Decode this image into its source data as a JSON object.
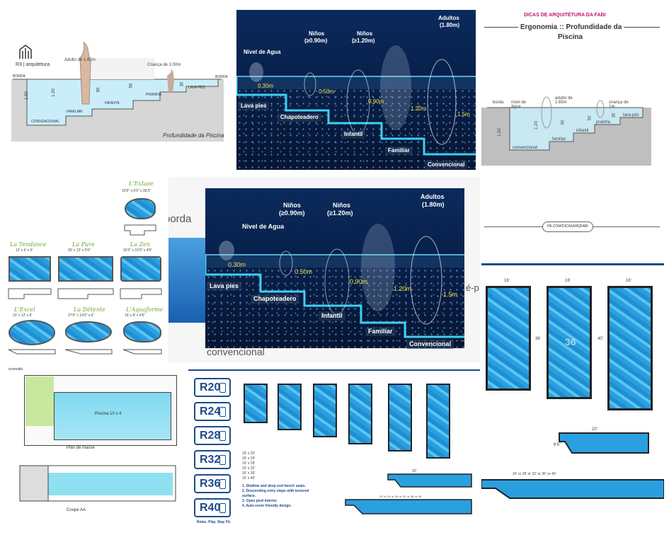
{
  "p1": {
    "brand": "R3 | arquitetura",
    "adult": "Adulto de 1.65m",
    "child": "Criança de 1.00m",
    "borda_l": "BORDA",
    "borda_r": "BORDA",
    "lavapes": "LAVA-PÉS",
    "prainha": "PRAINHA",
    "infantil": "INFANTIL",
    "familiar": "FAMILIAR",
    "convencional": "CONVENCIONAL",
    "d150": "1.50",
    "d120": "1.20",
    "d90": "90",
    "d50": "50",
    "d30": "30",
    "caption": "Profundidade da Piscina"
  },
  "p2": {
    "adultos": "Adultos",
    "adultos_h": "(1.80m)",
    "ninos1": "Niños",
    "ninos1_h": "(≥0.90m)",
    "ninos2": "Niños",
    "ninos2_h": "(≥1.20m)",
    "nivel": "Nivel de Agua",
    "d030": "0.30m",
    "d050": "0.50m",
    "d090": "0.90m",
    "d120": "1.20m",
    "d15": "1.5m",
    "lava": "Lava pies",
    "chap": "Chapoteadero",
    "infantil": "Infantil",
    "familiar": "Familiar",
    "conv": "Convencional"
  },
  "p3": {
    "header": "DICAS DE ARQUITETURA DA FABI",
    "title1": "Ergonomia :: Profundidade da",
    "title2": "Piscina",
    "borda": "borda",
    "nivel": "nível de água",
    "adulto": "adulto de 1.65m",
    "crianca": "criança de 1m",
    "lavapes": "lava-pés",
    "prainha": "prainha",
    "infantil": "infantil",
    "familiar": "familiar",
    "convencional": "convencional",
    "d150": "1.50",
    "d120": "1.20",
    "d90": "90",
    "d50": "50",
    "d30": "30",
    "badge": "FB.COM/DICASARQFABI"
  },
  "p4": {
    "m1": "L'Extase",
    "m1d": "10'6\" x 6'9\" x 38.5\"",
    "m2": "La Tendance",
    "m2d": "12' x 6' x 6'",
    "m3": "La Pure",
    "m3d": "26' x 12' x 5'6\"",
    "m4": "La Zen",
    "m4d": "16'3\" x 10'3\" x 4'6\"",
    "m5": "L'Excel",
    "m5d": "23' x 12' x 6'",
    "m6": "La Détente",
    "m6d": "27'6\" x 14'3\" x 6'",
    "m7": "L'Aquaforme",
    "m7d": "16' x 8' x 4'6\""
  },
  "p5": {
    "borda": "borda",
    "conv": "convencional",
    "side": "é-p",
    "adultos": "Adultos",
    "adultos_h": "(1.80m)",
    "ninos1": "Niños",
    "ninos1_h": "(≥0.90m)",
    "ninos2": "Niños",
    "ninos2_h": "(≥1.20m)",
    "nivel": "Nivel de Agua",
    "d030": "0.30m",
    "d050": "0.50m",
    "d090": "0.90m",
    "d120": "1.20m",
    "d15": "1.5m",
    "lava": "Lava pies",
    "chap": "Chapoteadero",
    "infantil": "Infantil",
    "familiar": "Familiar",
    "conv2": "Convencional"
  },
  "p6": {
    "w1": "16'",
    "w2": "16'",
    "w3": "16'",
    "l1": "36'",
    "l3": "40'",
    "n2": "36",
    "sec_w": "20'",
    "sec_h": "6'6\"",
    "bottom": "24' or 28' or 32' or 36' or 40'"
  },
  "p7": {
    "title": "Piscina 10 x 4",
    "plan": "Plan de masse",
    "coupe": "Coupe AA",
    "brand": "ecomatik"
  },
  "p8": {
    "r": [
      "R20",
      "R24",
      "R28",
      "R32",
      "R36",
      "R40"
    ],
    "sizes": [
      "16' x 20'",
      "16' x 24'",
      "16' x 28'",
      "16' x 32'",
      "16' x 36'",
      "16' x 40'"
    ],
    "features": [
      "1.  Shallow and deep end bench seats.",
      "2.  Descending entry steps with textured surface.",
      "3.  Open pool interior.",
      "4.  Auto cover friendly design."
    ],
    "tagline": "Relax. Play. Stay Fit.",
    "dim20": "20'",
    "dimbottom": "20' to 24' or 28' or 32' or 36' or 40'"
  },
  "colors": {
    "navy": "#0a2a5c",
    "water": "#2a9fe0",
    "cyan": "#3fd0f0",
    "yellow": "#f2e14a",
    "green": "#8cc63f",
    "purple": "#c0156b",
    "rblue": "#1c4c8c"
  }
}
